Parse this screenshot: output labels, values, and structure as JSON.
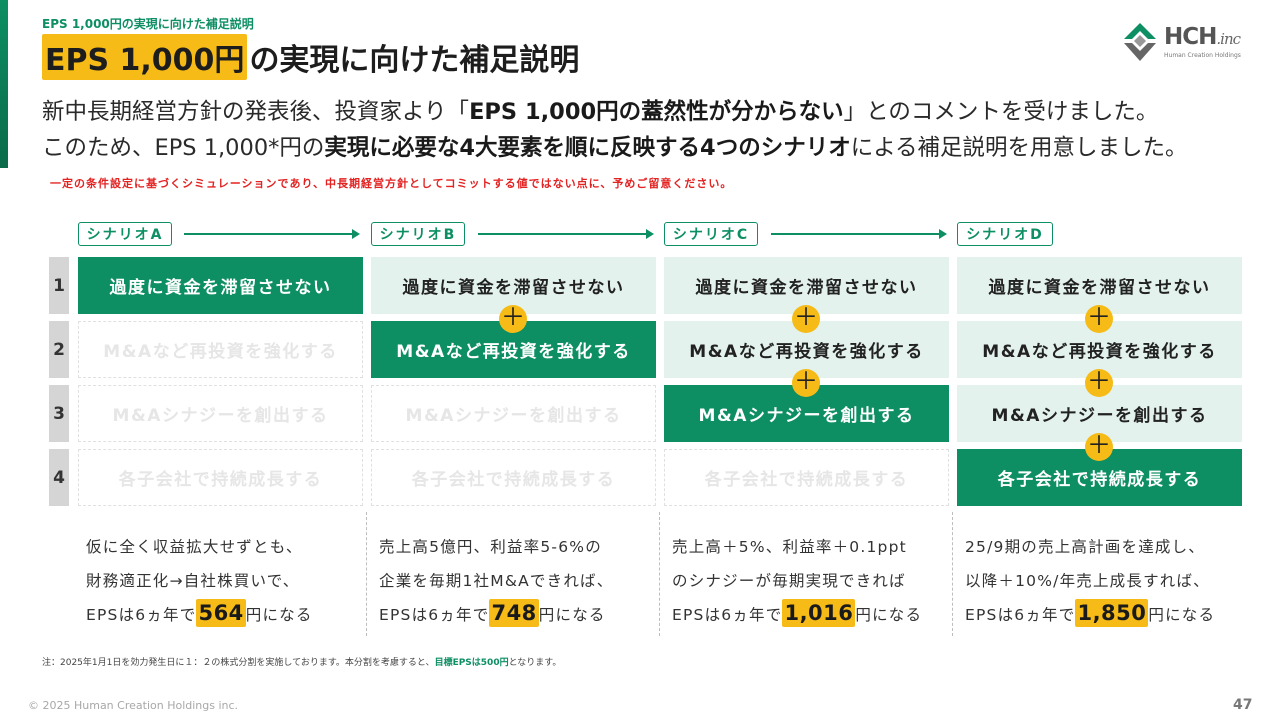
{
  "breadcrumb": "EPS 1,000円の実現に向けた補足説明",
  "title": {
    "highlight": "EPS 1,000円",
    "rest": "の実現に向けた補足説明"
  },
  "logo": {
    "name": "HCH",
    "suffix": ".inc",
    "sub": "Human Creation Holdings"
  },
  "lead1": {
    "pre": "新中長期経営方針の発表後、投資家より「",
    "bold": "EPS 1,000円の蓋然性が分からない",
    "post": "」とのコメントを受けました。"
  },
  "lead2": {
    "pre": "このため、EPS 1,000*円の",
    "bold": "実現に必要な4大要素を順に反映する4つのシナリオ",
    "post": "による補足説明を用意しました。"
  },
  "warning": "一定の条件設定に基づくシミュレーションであり、中長期経営方針としてコミットする値ではない点に、予めご留意ください。",
  "scenarios": [
    {
      "label": "シナリオA",
      "line1": "仮に全く収益拡大せずとも、",
      "line2": "財務適正化→自社株買いで、",
      "eps_pre": "EPSは6ヵ年で",
      "amount": "564",
      "eps_post": "円になる"
    },
    {
      "label": "シナリオB",
      "line1": "売上高5億円、利益率5-6%の",
      "line2": "企業を毎期1社M&Aできれば、",
      "eps_pre": "EPSは6ヵ年で",
      "amount": "748",
      "eps_post": "円になる"
    },
    {
      "label": "シナリオC",
      "line1": "売上高＋5%、利益率＋0.1ppt",
      "line2": "のシナジーが毎期実現できれば",
      "eps_pre": "EPSは6ヵ年で",
      "amount": "1,016",
      "eps_post": "円になる"
    },
    {
      "label": "シナリオD",
      "line1": "25/9期の売上高計画を達成し、",
      "line2": "以降＋10%/年売上成長すれば、",
      "eps_pre": "EPSは6ヵ年で",
      "amount": "1,850",
      "eps_post": "円になる"
    }
  ],
  "rows": [
    {
      "num": "1",
      "label": "過度に資金を滞留させない"
    },
    {
      "num": "2",
      "label": "M&Aなど再投資を強化する"
    },
    {
      "num": "3",
      "label": "M&Aシナジーを創出する"
    },
    {
      "num": "4",
      "label": "各子会社で持続成長する"
    }
  ],
  "plus_sign": "＋",
  "note": {
    "pre": "注：2025年1月1日を効力発生日に１：２の株式分割を実施しております。本分割を考慮すると、",
    "bold": "目標EPSは500円",
    "post": "となります。"
  },
  "copyright": "© 2025 Human Creation Holdings inc.",
  "page_number": "47",
  "colors": {
    "brand_green": "#0d8f63",
    "highlight_yellow": "#f6bb17",
    "warning_red": "#e32222",
    "pale_green": "#e3f2ec"
  }
}
